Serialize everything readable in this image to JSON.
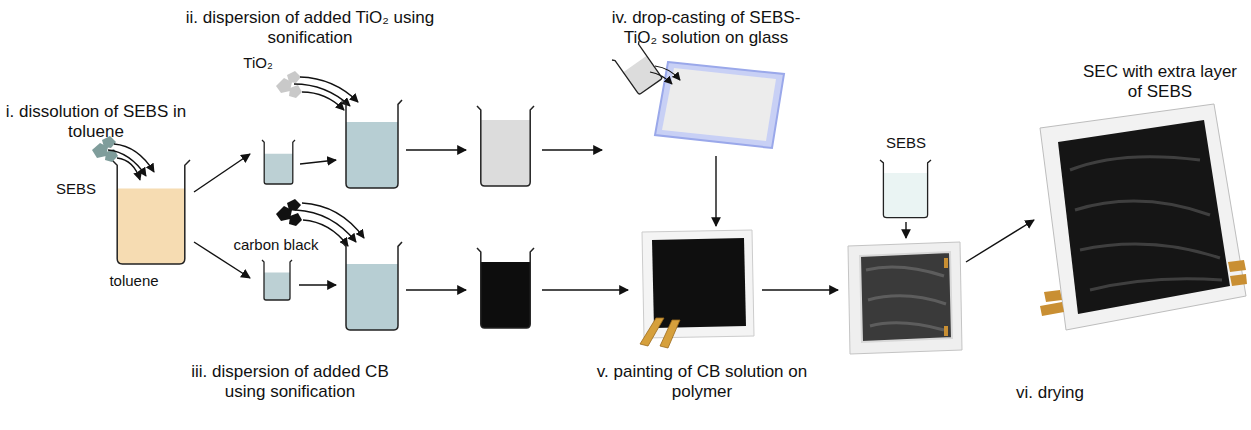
{
  "diagram": {
    "labels": [
      "ii. dispersion of added TiO₂ using sonification",
      "iv. drop-casting of SEBS-TiO₂ solution on glass",
      "SEC with extra layer of SEBS",
      "TiO₂",
      "i. dissolution of SEBS in toluene",
      "SEBS",
      "SEBS",
      "toluene",
      "carbon black",
      "iii. dispersion of added CB using sonification",
      "v. painting of CB solution on polymer",
      "vi. drying"
    ]
  }
}
